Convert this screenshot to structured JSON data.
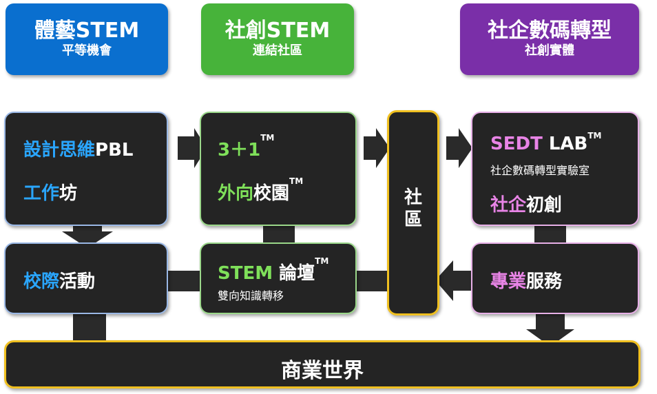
{
  "colors": {
    "blue": "#0a6fcf",
    "green": "#47b33a",
    "purple": "#7a2fa8",
    "cyan_text": "#2aa6ff",
    "green_text": "#7fe05a",
    "pink_text": "#e884e6",
    "gold_border": "#f0c020"
  },
  "headers": [
    {
      "title": "體藝STEM",
      "subtitle": "平等機會"
    },
    {
      "title": "社創STEM",
      "subtitle": "連結社區"
    },
    {
      "title": "社企數碼轉型",
      "subtitle": "社創實體"
    }
  ],
  "boxes": {
    "design": {
      "line1_a": "設計思維",
      "line1_b": "PBL",
      "line2_a": "工作",
      "line2_b": "坊"
    },
    "three_one": {
      "text": "3＋1",
      "tm": "TM",
      "line2_a": "外向",
      "line2_b": "校園",
      "tm2": "TM"
    },
    "community": {
      "text": "社區"
    },
    "sedt": {
      "a": "SEDT",
      "b": " LAB",
      "tm": "TM",
      "sub": "社企數碼轉型實驗室",
      "line2_a": "社企",
      "line2_b": "初創"
    },
    "school": {
      "a": "校際",
      "b": "活動"
    },
    "forum": {
      "a": "STEM",
      "b": " 論壇",
      "tm": "TM",
      "sub": "雙向知識轉移"
    },
    "service": {
      "a": "專業",
      "b": "服務"
    },
    "business": {
      "text": "商業世界"
    }
  }
}
